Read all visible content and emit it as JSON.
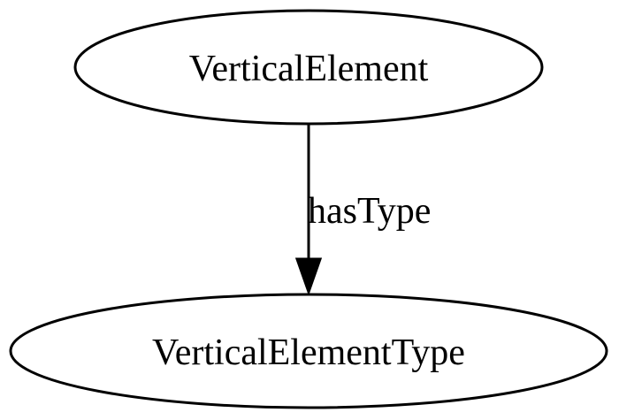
{
  "diagram": {
    "nodes": [
      {
        "id": "vertical-element",
        "label": "VerticalElement"
      },
      {
        "id": "vertical-element-type",
        "label": "VerticalElementType"
      }
    ],
    "edges": [
      {
        "from": "vertical-element",
        "to": "vertical-element-type",
        "label": "hasType"
      }
    ],
    "colors": {
      "stroke": "#000000",
      "fill": "#ffffff",
      "text": "#000000"
    }
  }
}
